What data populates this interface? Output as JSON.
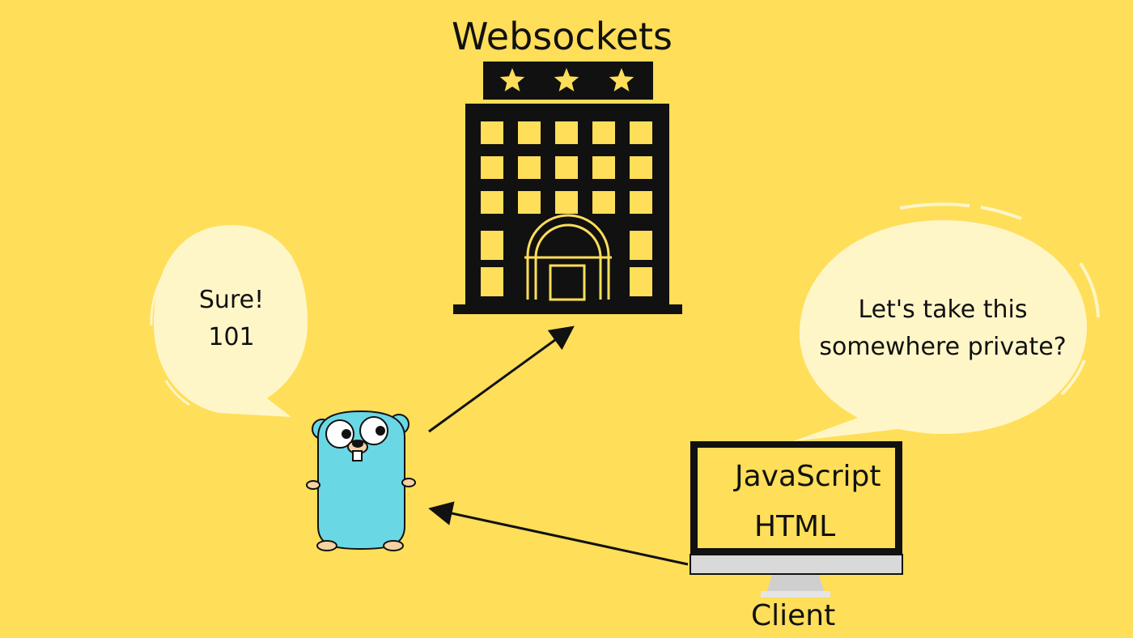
{
  "title": "Websockets",
  "building": {
    "stars": 3
  },
  "gopher_bubble": {
    "line1": "Sure!",
    "line2": "101"
  },
  "client_bubble": {
    "line1": "Let's take this",
    "line2": "somewhere private?"
  },
  "monitor": {
    "line1": "JavaScript",
    "line2": "HTML"
  },
  "client_label": "Client",
  "colors": {
    "background": "#FFDE59",
    "bubble": "#FFF6C8",
    "gopher": "#6AD7E5",
    "ink": "#111111",
    "star": "#FFDE59"
  }
}
